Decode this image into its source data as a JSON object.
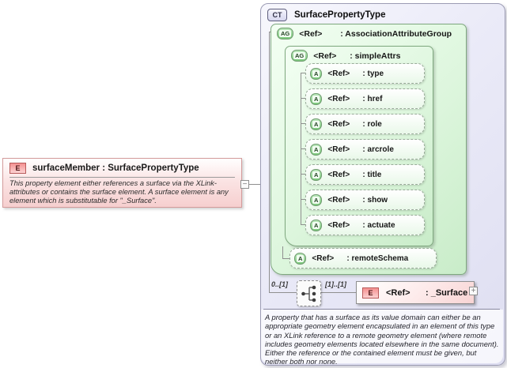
{
  "diagram": {
    "element": {
      "badge": "E",
      "title": "surfaceMember : SurfacePropertyType",
      "annotation": "This property element either references a surface via the XLink-attributes or contains the surface element. A surface element is any element which is substitutable for \"_Surface\".",
      "collapse_glyph": "−"
    },
    "complex_type": {
      "badge": "CT",
      "title": "SurfacePropertyType",
      "attribute_group": {
        "badge": "AG",
        "ref": "<Ref>",
        "name": ": AssociationAttributeGroup",
        "simple_attrs": {
          "badge": "AG",
          "ref": "<Ref>",
          "name": ": simpleAttrs",
          "attributes": [
            {
              "badge": "A",
              "ref": "<Ref>",
              "name": ": type"
            },
            {
              "badge": "A",
              "ref": "<Ref>",
              "name": ": href"
            },
            {
              "badge": "A",
              "ref": "<Ref>",
              "name": ": role"
            },
            {
              "badge": "A",
              "ref": "<Ref>",
              "name": ": arcrole"
            },
            {
              "badge": "A",
              "ref": "<Ref>",
              "name": ": title"
            },
            {
              "badge": "A",
              "ref": "<Ref>",
              "name": ": show"
            },
            {
              "badge": "A",
              "ref": "<Ref>",
              "name": ": actuate"
            }
          ]
        },
        "remote_schema": {
          "badge": "A",
          "ref": "<Ref>",
          "name": ": remoteSchema"
        }
      },
      "content": {
        "cardinality_left": "0..[1]",
        "cardinality_right": "[1]..[1]",
        "element": {
          "badge": "E",
          "ref": "<Ref>",
          "name": ": _Surface",
          "expand_glyph": "+"
        }
      },
      "annotation": "A property that has a surface as its value domain can either be an appropriate geometry element encapsulated in an element of this type or an XLink reference to a remote geometry element (where remote includes geometry elements located elsewhere in the same document). Either the reference or the contained element must be given, but neither both nor none."
    },
    "colors": {
      "element_fill": "#f6cfcf",
      "element_border": "#d49c9c",
      "group_fill": "#d8f4d8",
      "group_border": "#7fa87f",
      "type_fill": "#e2e2f4",
      "type_border": "#9c9cb4",
      "connector_line": "#8f8f8f"
    }
  }
}
